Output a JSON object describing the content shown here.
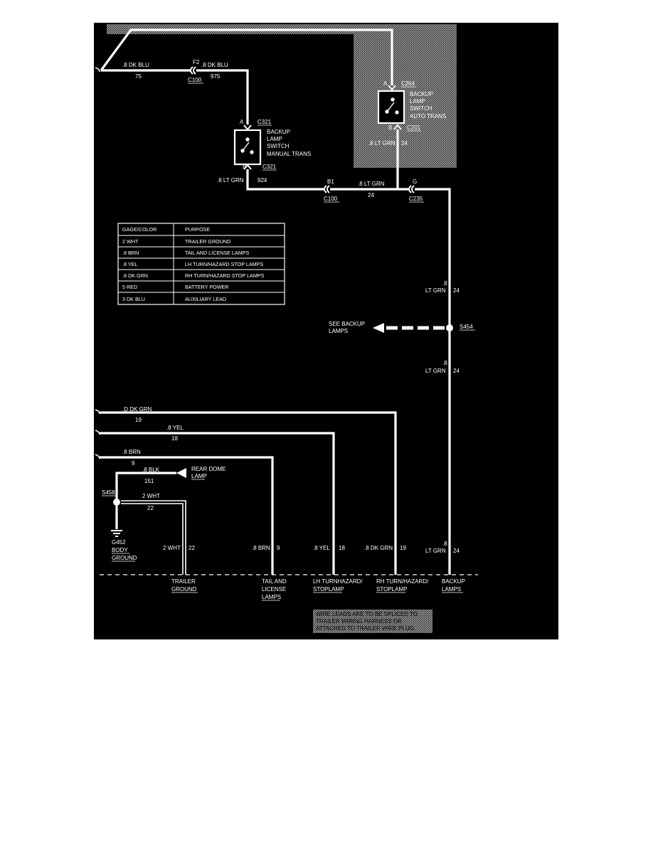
{
  "wires": {
    "top_left": {
      "label": ".8 DK BLU",
      "circuit": "75"
    },
    "top_right": {
      "label": ".8 DK BLU",
      "circuit": "975"
    },
    "manual_out": {
      "label": ".8 LT GRN",
      "circuit": "924"
    },
    "c100_right": {
      "label": ".8 LT GRN",
      "circuit": "24"
    },
    "auto_out": {
      "label": ".8 LT GRN",
      "circuit": "24"
    },
    "vertical_upper": {
      "gauge": ".8",
      "label": "LT GRN",
      "circuit": "24"
    },
    "vertical_mid": {
      "gauge": ".8",
      "label": "LT GRN",
      "circuit": "24"
    },
    "vertical_lower": {
      "gauge": ".8",
      "label": "LT GRN",
      "circuit": "24"
    },
    "rh_feed": {
      "label": ".D DK GRN",
      "circuit": "19"
    },
    "lh_feed": {
      "label": ".8 YEL",
      "circuit": "18"
    },
    "tail_feed": {
      "label": ".8 BRN",
      "circuit": "9"
    },
    "dome": {
      "label": ".8 BLK",
      "circuit": "151"
    },
    "ground": {
      "label": "2 WHT",
      "circuit": "22"
    },
    "ground_drop": {
      "label": "2 WHT",
      "circuit": "22"
    },
    "tail_drop": {
      "label": ".8 BRN",
      "circuit": "9"
    },
    "lh_drop": {
      "label": ".8 YEL",
      "circuit": "18"
    },
    "rh_drop": {
      "label": ".8 DK GRN",
      "circuit": "19"
    }
  },
  "connectors": {
    "f2": "F2",
    "c100_top": "C100",
    "c321_a_pin": "A",
    "c321_a": "C321",
    "c321_b_pin": "B",
    "c321_b": "C321",
    "c264_a_pin": "A",
    "c264": "C264",
    "c264_b_pin": "B",
    "c201": "C201",
    "b1": "B1",
    "c100_bottom": "C100",
    "g": "G",
    "c235": "C235"
  },
  "components": {
    "manual_switch": [
      "BACKUP",
      "LAMP",
      "SWITCH",
      "MANUAL TRANS"
    ],
    "auto_switch": [
      "BACKUP",
      "LAMP",
      "SWITCH",
      "AUTO TRANS"
    ],
    "s454": "S454",
    "see_backup": [
      "SEE BACKUP",
      "LAMPS"
    ],
    "s458": "S458",
    "rear_dome": [
      "REAR DOME",
      "LAMP"
    ],
    "ground": [
      "G452",
      "BODY",
      "GROUND"
    ]
  },
  "table": {
    "headers": [
      "GAGE/COLOR",
      "PURPOSE"
    ],
    "rows": [
      [
        "2 WHT",
        "TRAILER GROUND"
      ],
      [
        ".8 BRN",
        "TAIL AND LICENSE LAMPS"
      ],
      [
        ".8 YEL",
        "LH TURN/HAZARD STOP LAMPS"
      ],
      [
        ".8 DK GRN",
        "RH TURN/HAZARD STOP LAMPS"
      ],
      [
        "5 RED",
        "BATTERY POWER"
      ],
      [
        "3 DK BLU",
        "AUXILIARY LEAD"
      ]
    ]
  },
  "leads": {
    "trailer_ground": [
      "TRAILER",
      "GROUND"
    ],
    "tail_license": [
      "TAIL AND",
      "LICENSE",
      "LAMPS"
    ],
    "lh": [
      "LH TURNHAZARD/",
      "STOPLAMP"
    ],
    "rh": [
      "RH TURN/HAZARD/",
      "STOPLAMP"
    ],
    "backup": [
      "BACKUP",
      "LAMPS"
    ]
  },
  "note": [
    "WIRE LEADS ARE TO BE SPLICED TO",
    "TRAILER WIRING HARNESS OR",
    "ATTACHED TO TRAILER WIRE PLUG."
  ],
  "colors": {
    "background": "#000000",
    "wire": "#ffffff",
    "shade": "#8a8a8a"
  }
}
